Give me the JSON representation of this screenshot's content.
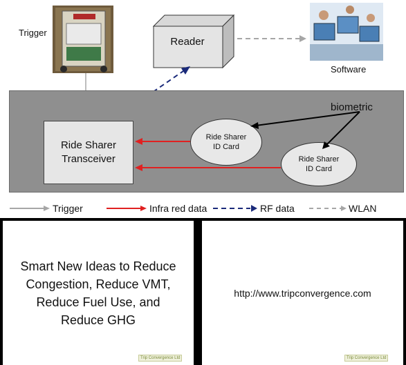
{
  "diagram": {
    "trigger_label": "Trigger",
    "reader_label": "Reader",
    "software_label": "Software",
    "biometric_label": "biometric",
    "transceiver_label": "Ride Sharer Transceiver",
    "card1_label": "Ride Sharer ID Card",
    "card2_label": "Ride Sharer ID Card"
  },
  "legend": {
    "items": [
      {
        "label": "Trigger",
        "color": "#a6a6a6",
        "style": "solid"
      },
      {
        "label": "Infra red data",
        "color": "#e02020",
        "style": "solid"
      },
      {
        "label": "RF data",
        "color": "#1a2a7a",
        "style": "dashed"
      },
      {
        "label": "WLAN",
        "color": "#a6a6a6",
        "style": "dashed"
      }
    ]
  },
  "slides": {
    "left_text": "Smart New Ideas to Reduce Congestion, Reduce VMT, Reduce Fuel Use, and Reduce GHG",
    "right_text": "http://www.tripconvergence.com",
    "badge_text": "Trip Convergence Ltd"
  }
}
